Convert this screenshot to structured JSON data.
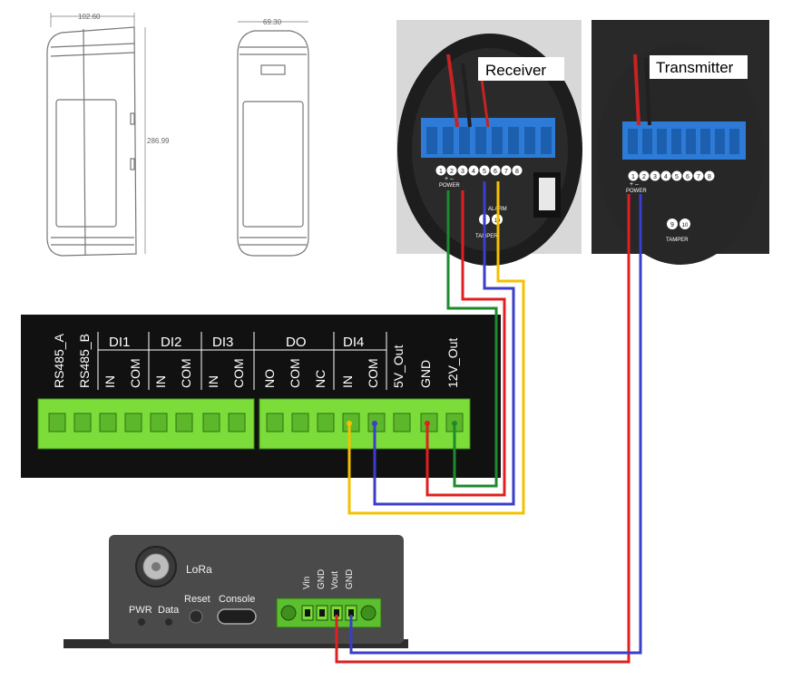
{
  "drawing": {
    "dim_width_1": "102.60",
    "dim_width_2": "69.30",
    "dim_height": "286.99"
  },
  "receiver": {
    "title": "Receiver",
    "power_label": "POWER",
    "alarm_label": "ALARM",
    "tamper_label": "TAMPER",
    "plus_minus": "+ –",
    "terminals": [
      "1",
      "2",
      "3",
      "4",
      "5",
      "6",
      "7",
      "8"
    ],
    "tamper_terminals": [
      "9",
      "10"
    ]
  },
  "transmitter": {
    "title": "Transmitter",
    "power_label": "POWER",
    "tamper_label": "TAMPER",
    "plus_minus": "+ –",
    "terminals": [
      "1",
      "2",
      "3",
      "4",
      "5",
      "6",
      "7",
      "8"
    ],
    "tamper_terminals": [
      "9",
      "10"
    ]
  },
  "io_board": {
    "groups": [
      "DI1",
      "DI2",
      "DI3",
      "DO",
      "DI4"
    ],
    "pins": [
      "RS485_A",
      "RS485_B",
      "IN",
      "COM",
      "IN",
      "COM",
      "IN",
      "COM",
      "NO",
      "COM",
      "NC",
      "IN",
      "COM",
      "5V_Out",
      "GND",
      "12V_Out"
    ]
  },
  "gateway": {
    "antenna_label": "LoRa",
    "pwr_led": "PWR",
    "data_led": "Data",
    "reset_label": "Reset",
    "console_label": "Console",
    "terminal_labels": [
      "Vin",
      "GND",
      "Vout",
      "GND"
    ]
  },
  "colors": {
    "green_wire": "#1e8a2e",
    "red_wire": "#e02020",
    "blue_wire": "#3a3ec8",
    "yellow_wire": "#f5c000",
    "terminal_green": "#7cdc3a",
    "board_black": "#111111",
    "device_grey": "#4a4a4a"
  }
}
